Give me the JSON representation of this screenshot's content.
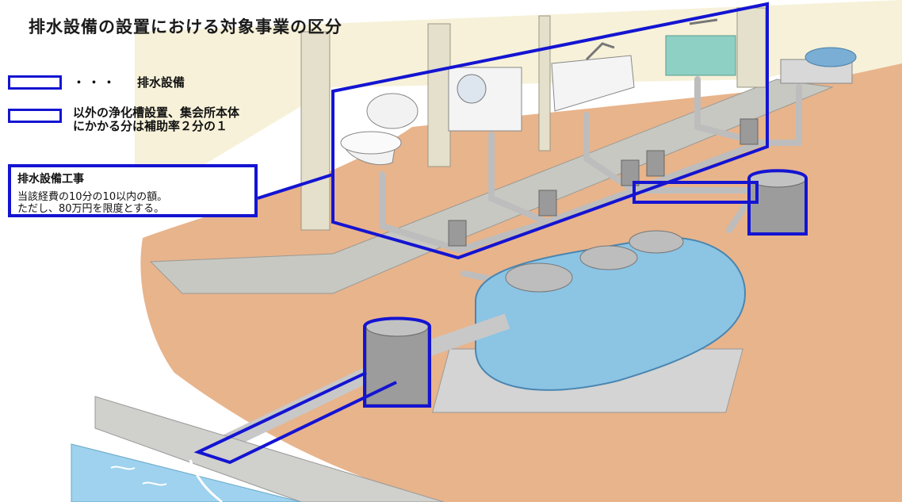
{
  "title": "排水設備の設置における対象事業の区分",
  "legend": {
    "items": [
      {
        "dots": "・・・",
        "label": "排水設備"
      },
      {
        "label_line1": "以外の浄化槽設置、集会所本体",
        "label_line2": "にかかる分は補助率２分の１"
      }
    ]
  },
  "callout": {
    "heading": "排水設備工事",
    "line1": "当該経費の10分の10以内の額。",
    "line2": "ただし、80万円を限度とする。"
  },
  "colors": {
    "highlight": "#1414d2",
    "ground": "#e8b48c",
    "tank": "#8cc4e4",
    "water": "#9ed2ee",
    "wall": "#f4f0dc"
  }
}
